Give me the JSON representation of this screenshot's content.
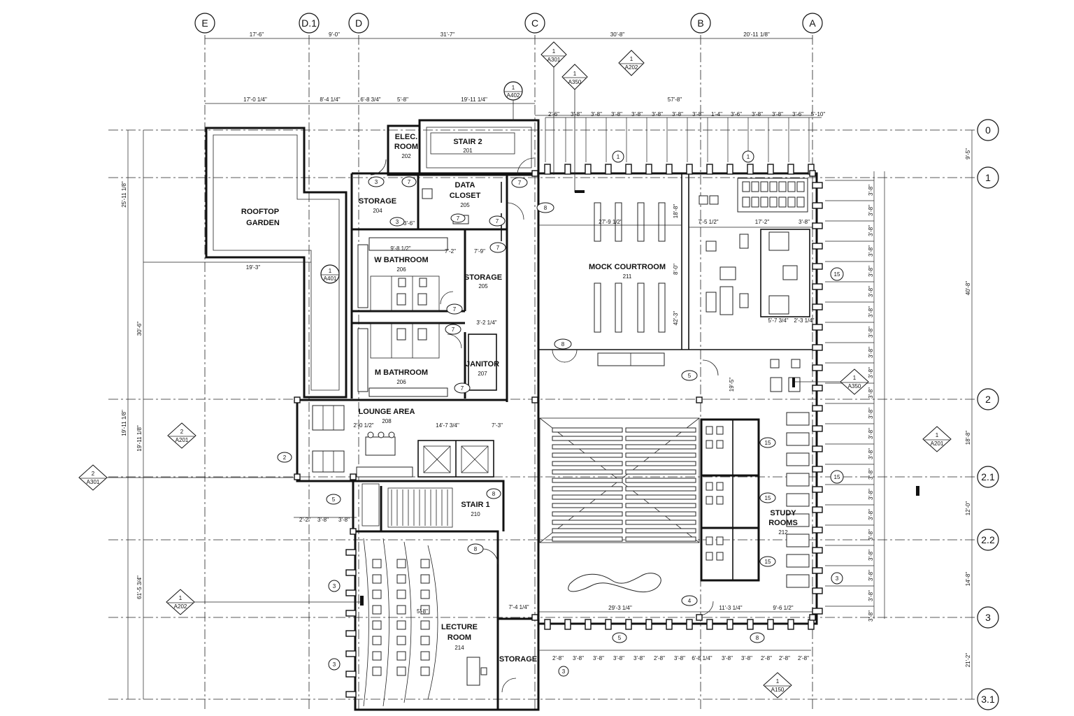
{
  "grid": {
    "columns": [
      "E",
      "D.1",
      "D",
      "C",
      "B",
      "A"
    ],
    "rows": [
      "0",
      "1",
      "2",
      "2.1",
      "2.2",
      "3",
      "3.1"
    ]
  },
  "dimensions": {
    "top_overall": [
      "17'-6\"",
      "9'-0\"",
      "31'-7\"",
      "30'-8\"",
      "20'-11 1/8\""
    ],
    "top_second": [
      "17'-0 1/4\"",
      "8'-4 1/4\"",
      "6'-8 3/4\"",
      "5'-8\"",
      "19'-11 1/4\"",
      "57'-8\""
    ],
    "top_windows": [
      "2'-6\"",
      "3'-8\"",
      "3'-8\"",
      "3'-8\"",
      "3'-8\"",
      "3'-8\"",
      "3'-8\"",
      "3'-8\"",
      "1'-4\"",
      "3'-6\"",
      "3'-8\"",
      "3'-8\"",
      "3'-6\"",
      "5'-10\""
    ],
    "right_overall": [
      "9'-5\"",
      "40'-8\"",
      "18'-8\"",
      "12'-0\"",
      "14'-8\"",
      "21'-2\""
    ],
    "left_overall": [
      "25'-11 1/8\"",
      "30'-6\"",
      "19'-11 1/8\"",
      "19'-11 1/8\"",
      "61'-5 3/4\""
    ],
    "bottom_windows": [
      "2'-8\"",
      "3'-8\"",
      "3'-8\"",
      "3'-8\"",
      "3'-8\"",
      "2'-8\"",
      "3'-8\"",
      "6'-8 1/4\"",
      "3'-8\"",
      "3'-8\"",
      "2'-8\"",
      "2'-8\"",
      "2'-8\""
    ],
    "interior": {
      "mock_width": "27'-9 1/2\"",
      "courtroom_right": "7'-5 1/2\"",
      "courtroom_right2": "17'-2\"",
      "courtroom_right3": "3'-8\"",
      "bench1": "5'-7 3/4\"",
      "bench2": "2'-3 1/4\"",
      "garden_w": "19'-3\"",
      "lounge_w1": "2'-0 1/2\"",
      "lounge_w2": "14'-7 3/4\"",
      "lounge_w3": "7'-3\"",
      "wbath_w": "9'-8 1/2\"",
      "wbath_w2": "7'-2\"",
      "wbath_w3": "7'-9\"",
      "stor_w": "3'-6\"",
      "mb_w": "3'-2 1/4\"",
      "lecture_w": "7'-4 1/4\"",
      "lecture_w2": "5'-8\"",
      "study_b": "29'-3 1/4\"",
      "study_b2": "11'-3 1/4\"",
      "study_b3": "9'-6 1/2\"",
      "small1": "3'-8\"",
      "small2": "3'-8\"",
      "small3": "2'-2\"",
      "v1": "18'-8\"",
      "v2": "42'-3\"",
      "v3": "19'-5\"",
      "v4": "8'-0\"",
      "v5": "3'-8\""
    }
  },
  "rooms": [
    {
      "name": "ROOFTOP\nGARDEN",
      "line1": "ROOFTOP",
      "line2": "GARDEN",
      "number": ""
    },
    {
      "line1": "ELEC.",
      "line2": "ROOM",
      "number": "202"
    },
    {
      "line1": "STAIR 2",
      "number": "201"
    },
    {
      "line1": "DATA",
      "line2": "CLOSET",
      "number": "205"
    },
    {
      "line1": "STORAGE",
      "number": "204"
    },
    {
      "line1": "W BATHROOM",
      "number": "206"
    },
    {
      "line1": "STORAGE",
      "number": "205"
    },
    {
      "line1": "M BATHROOM",
      "number": "206"
    },
    {
      "line1": "JANITOR",
      "number": "207"
    },
    {
      "line1": "LOUNGE AREA",
      "number": "208"
    },
    {
      "line1": "STAIR 1",
      "number": "210"
    },
    {
      "line1": "MOCK COURTROOM",
      "number": "211"
    },
    {
      "line1": "STUDY",
      "line2": "ROOMS",
      "number": "212"
    },
    {
      "line1": "LECTURE",
      "line2": "ROOM",
      "number": "214"
    },
    {
      "line1": "STORAGE",
      "number": ""
    }
  ],
  "sections": [
    {
      "num": "1",
      "sheet": "A301"
    },
    {
      "num": "1",
      "sheet": "A350"
    },
    {
      "num": "1",
      "sheet": "A202"
    },
    {
      "num": "1",
      "sheet": "A402"
    },
    {
      "num": "1",
      "sheet": "A401"
    },
    {
      "num": "2",
      "sheet": "A201"
    },
    {
      "num": "2",
      "sheet": "A301"
    },
    {
      "num": "1",
      "sheet": "A350"
    },
    {
      "num": "1",
      "sheet": "A201"
    },
    {
      "num": "1",
      "sheet": "A202"
    },
    {
      "num": "1",
      "sheet": "A150"
    }
  ],
  "tags": [
    "1",
    "1",
    "3",
    "7",
    "7",
    "8",
    "3",
    "7",
    "7",
    "7",
    "7",
    "7",
    "7",
    "8",
    "2",
    "5",
    "15",
    "15",
    "15",
    "15",
    "15",
    "3",
    "5",
    "8",
    "4",
    "5",
    "8",
    "3",
    "3",
    "3",
    "8"
  ]
}
